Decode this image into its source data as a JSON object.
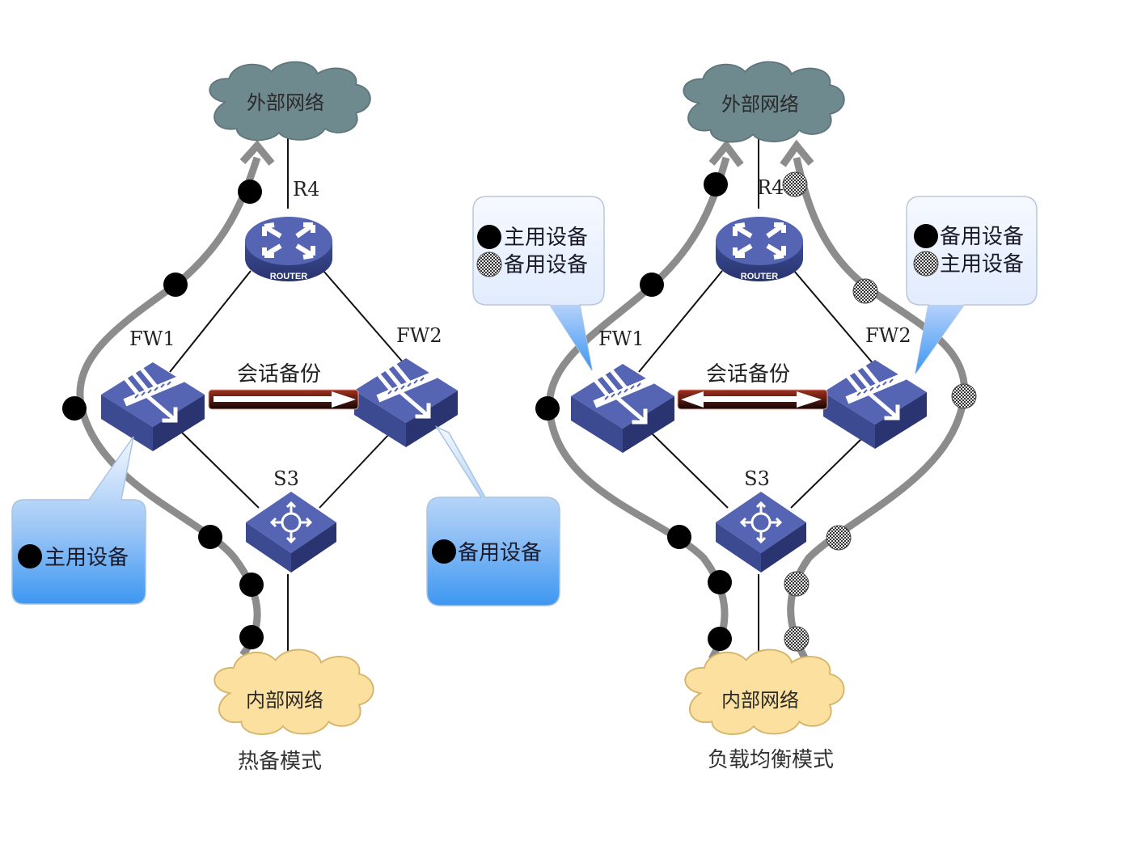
{
  "diagrams": [
    {
      "caption": "热备模式",
      "external_network": "外部网络",
      "internal_network": "内部网络",
      "router_label": "R4",
      "router_text": "ROUTER",
      "fw1_label": "FW1",
      "fw2_label": "FW2",
      "switch_label": "S3",
      "sync_label": "会话备份",
      "sync_direction": "one-way",
      "callouts": [
        {
          "target": "FW1",
          "entries": [
            {
              "marker": "solid",
              "text": "主用设备"
            }
          ]
        },
        {
          "target": "FW2",
          "entries": [
            {
              "marker": "solid",
              "text": "备用设备"
            }
          ]
        }
      ],
      "paths": [
        {
          "via": "FW1",
          "marker": "solid"
        }
      ]
    },
    {
      "caption": "负载均衡模式",
      "external_network": "外部网络",
      "internal_network": "内部网络",
      "router_label": "R4",
      "router_text": "ROUTER",
      "fw1_label": "FW1",
      "fw2_label": "FW2",
      "switch_label": "S3",
      "sync_label": "会话备份",
      "sync_direction": "two-way",
      "callouts": [
        {
          "target": "FW1",
          "entries": [
            {
              "marker": "solid",
              "text": "主用设备"
            },
            {
              "marker": "hatched",
              "text": "备用设备"
            }
          ]
        },
        {
          "target": "FW2",
          "entries": [
            {
              "marker": "solid",
              "text": "备用设备"
            },
            {
              "marker": "hatched",
              "text": "主用设备"
            }
          ]
        }
      ],
      "paths": [
        {
          "via": "FW1",
          "marker": "solid"
        },
        {
          "via": "FW2",
          "marker": "hatched"
        }
      ]
    }
  ],
  "colors": {
    "device_blue": "#4a5aa8",
    "external_cloud": "#6f8a8f",
    "internal_cloud": "#fbe0a0",
    "path_gray": "#8c8c8c",
    "callout_blue": "#3d97f2",
    "sync_red": "#8a2a1a"
  }
}
